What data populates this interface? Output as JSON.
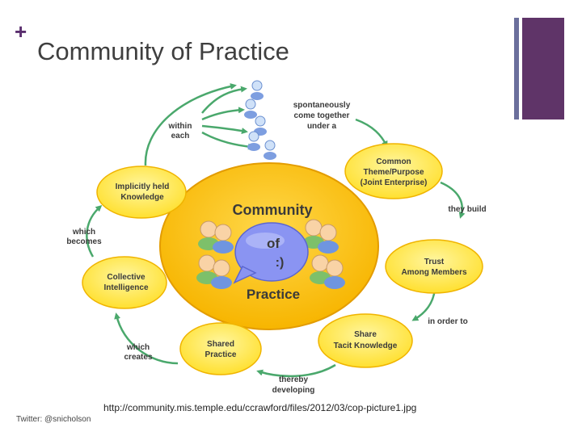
{
  "slide": {
    "title": "Community of Practice",
    "plus_symbol": "+",
    "source_url": "http://community.mis.temple.edu/ccrawford/files/2012/03/cop-picture1.jpg",
    "twitter": "Twitter: @snicholson"
  },
  "diagram": {
    "center": {
      "line1": "Community",
      "line2": "of",
      "line3": "Practice"
    },
    "bubble_text": ":)",
    "nodes": {
      "theme": [
        "Common",
        "Theme/Purpose",
        "(Joint Enterprise)"
      ],
      "trust": [
        "Trust",
        "Among Members"
      ],
      "tacit": [
        "Share",
        "Tacit Knowledge"
      ],
      "shared": [
        "Shared",
        "Practice"
      ],
      "collective": [
        "Collective",
        "Intelligence"
      ],
      "implicit": [
        "Implicitly held",
        "Knowledge"
      ]
    },
    "edges": {
      "spontaneous": [
        "spontaneously",
        "come together",
        "under a"
      ],
      "within": [
        "within",
        "each"
      ],
      "build": [
        "they build"
      ],
      "order": [
        "in order to"
      ],
      "thereby": [
        "thereby",
        "developing"
      ],
      "creates": [
        "which",
        "creates"
      ],
      "becomes": [
        "which",
        "becomes"
      ]
    },
    "colors": {
      "node_fill": "#ffe838",
      "node_stroke": "#f0b400",
      "center_fill": "#fcc425",
      "center_stroke": "#e39c00",
      "arrow": "#4aa86c",
      "bubble": "#7a86f0",
      "title_accent": "#5f3468"
    }
  }
}
